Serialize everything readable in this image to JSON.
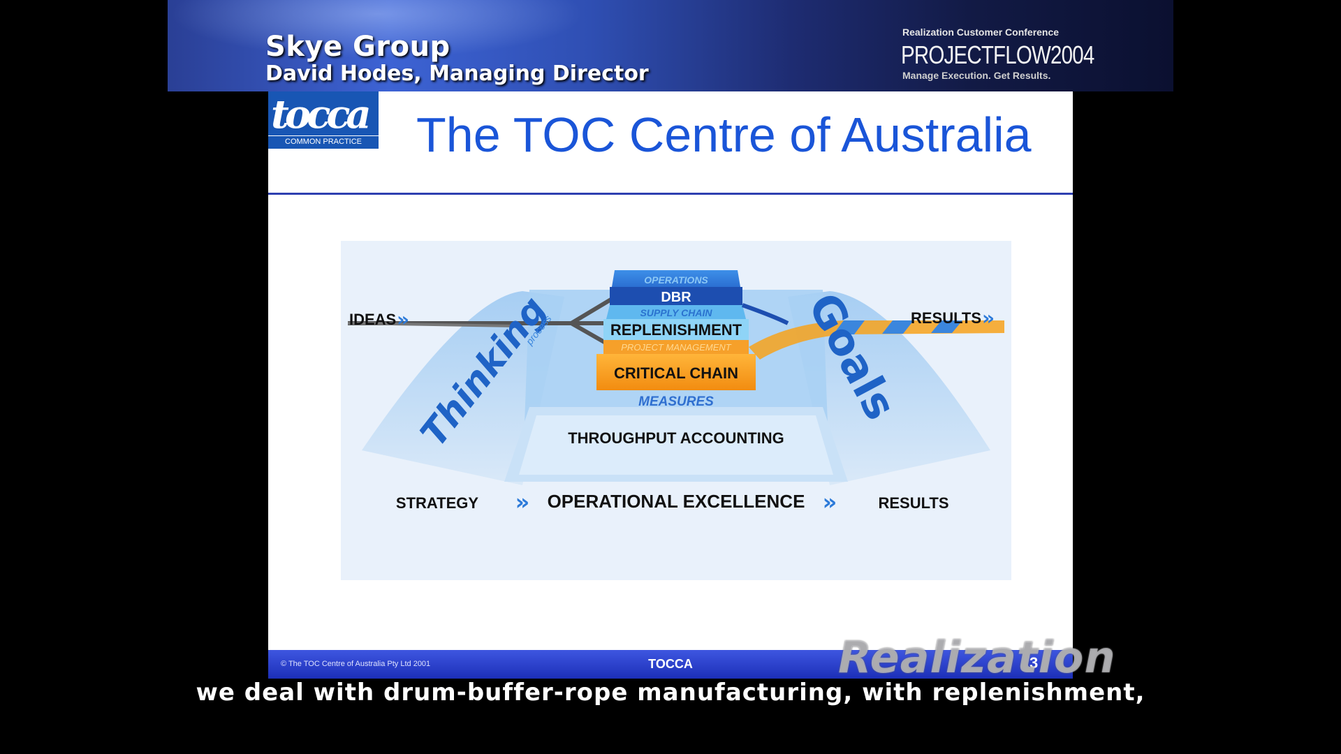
{
  "banner": {
    "presenter_org": "Skye Group",
    "presenter_name": "David Hodes, Managing Director",
    "conference_top": "Realization Customer Conference",
    "conference_main": "PROJECTFLOW2004",
    "conference_tagline": "Manage Execution. Get Results."
  },
  "slide": {
    "logo_mark": "tocca",
    "logo_subtitle": "COMMON PRACTICE",
    "title": "The TOC Centre of Australia",
    "diagram": {
      "ideas": "IDEAS",
      "results_top": "RESULTS",
      "thinking": "Thinking",
      "thinking_small": "process",
      "goals": "Goals",
      "operations": "OPERATIONS",
      "dbr": "DBR",
      "supply_chain": "SUPPLY CHAIN",
      "replenishment": "REPLENISHMENT",
      "project_management": "PROJECT MANAGEMENT",
      "critical_chain": "CRITICAL CHAIN",
      "measures": "MEASURES",
      "throughput_accounting": "THROUGHPUT ACCOUNTING",
      "strategy": "STRATEGY",
      "operational_excellence": "OPERATIONAL EXCELLENCE",
      "results_bottom": "RESULTS",
      "arrow_glyph": "»"
    },
    "footer": {
      "copyright": "©  The TOC Centre of Australia Pty Ltd 2001",
      "center": "TOCCA",
      "page": "3"
    }
  },
  "watermark": "Realization",
  "subtitle": "we deal with drum-buffer-rope manufacturing, with replenishment,",
  "colors": {
    "title_blue": "#1a55d8",
    "footer_blue": "#2a3ccc",
    "orange": "#f7a21b",
    "light_blue": "#56b4ee",
    "dark_blue": "#1e4fb8"
  }
}
